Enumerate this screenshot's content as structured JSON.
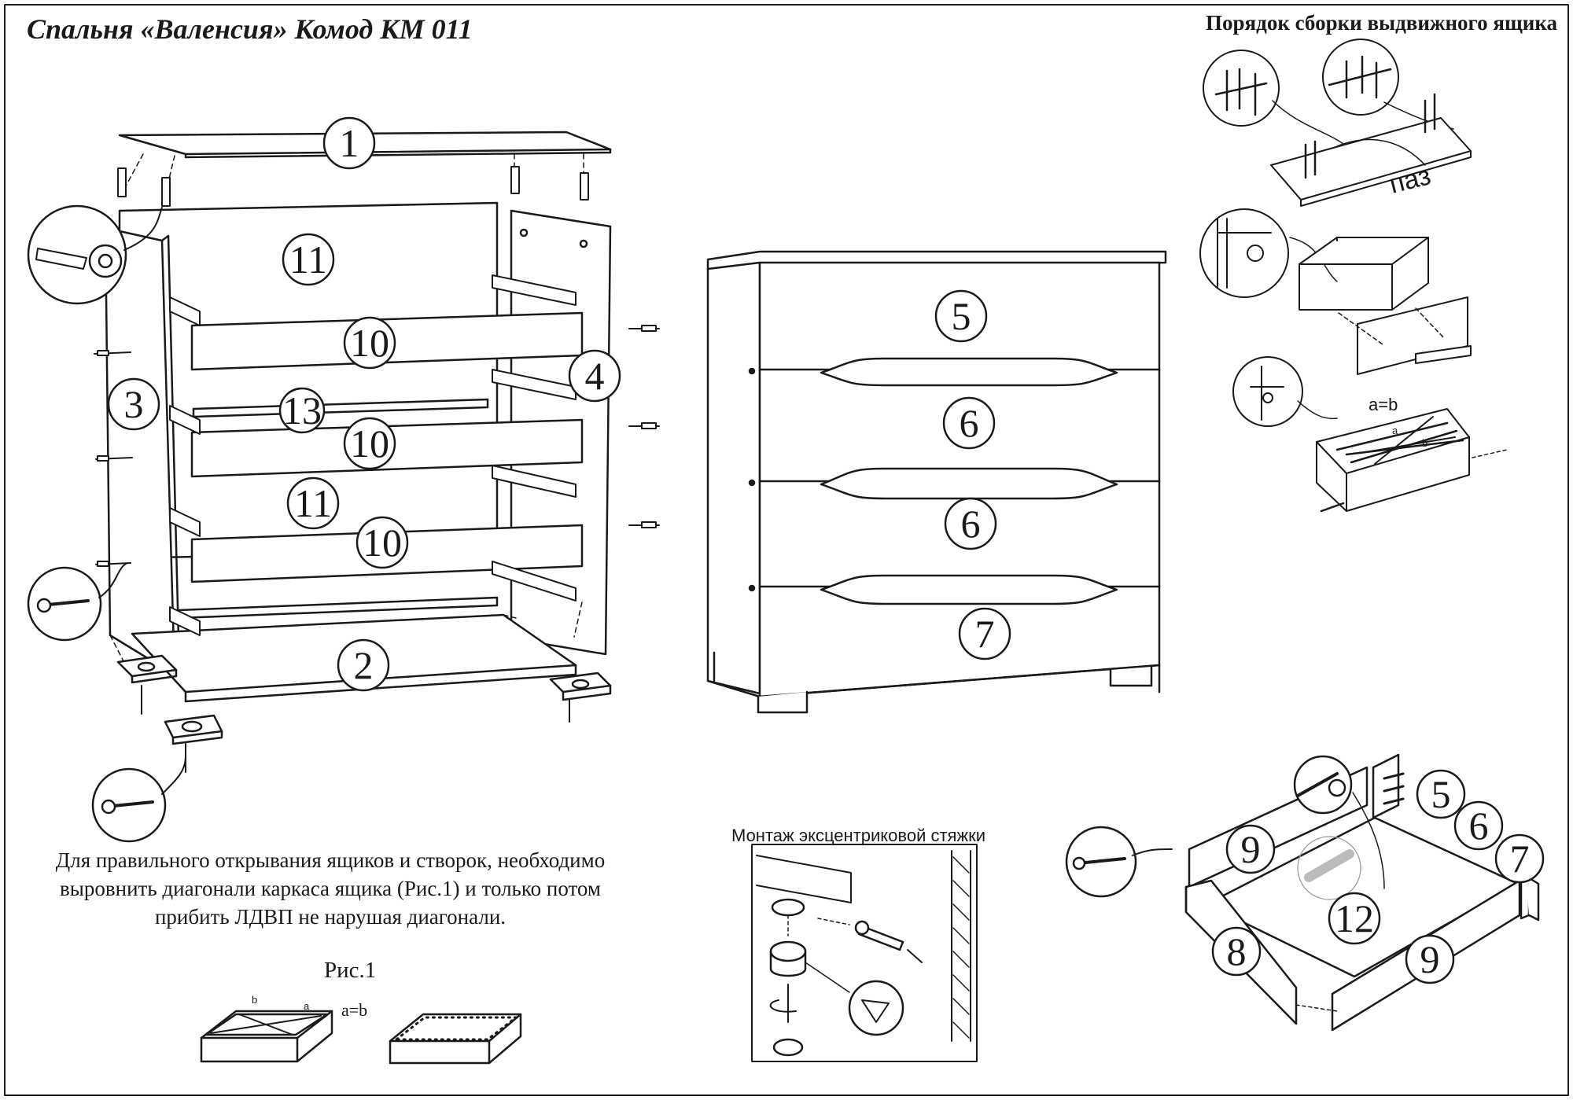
{
  "header": {
    "title": "Спальня «Валенсия» Комод КМ 011",
    "drawer_order_title": "Порядок сборки выдвижного ящика"
  },
  "frame_assembly": {
    "part_numbers": [
      "1",
      "11",
      "10",
      "4",
      "3",
      "13",
      "10",
      "11",
      "10",
      "2"
    ]
  },
  "assembled_chest": {
    "drawer_numbers": [
      "5",
      "6",
      "6",
      "7"
    ]
  },
  "drawer_steps": {
    "groove_label": "паз",
    "diagonal_label": "a=b",
    "diagonal_a": "a",
    "diagonal_b": "b"
  },
  "instruction_note": {
    "line1": "Для правильного открывания  ящиков и створок, необходимо",
    "line2": "выровнить диагонали каркаса ящика (Рис.1) и только потом",
    "line3": "прибить ЛДВП не нарушая диагонали."
  },
  "figure1": {
    "caption": "Рис.1",
    "equality": "a=b",
    "label_a": "a",
    "label_b": "b"
  },
  "cam_lock": {
    "title": "Монтаж эксцентриковой стяжки"
  },
  "drawer_exploded": {
    "part_numbers": [
      "5",
      "6",
      "7",
      "9",
      "12",
      "8",
      "9"
    ]
  }
}
